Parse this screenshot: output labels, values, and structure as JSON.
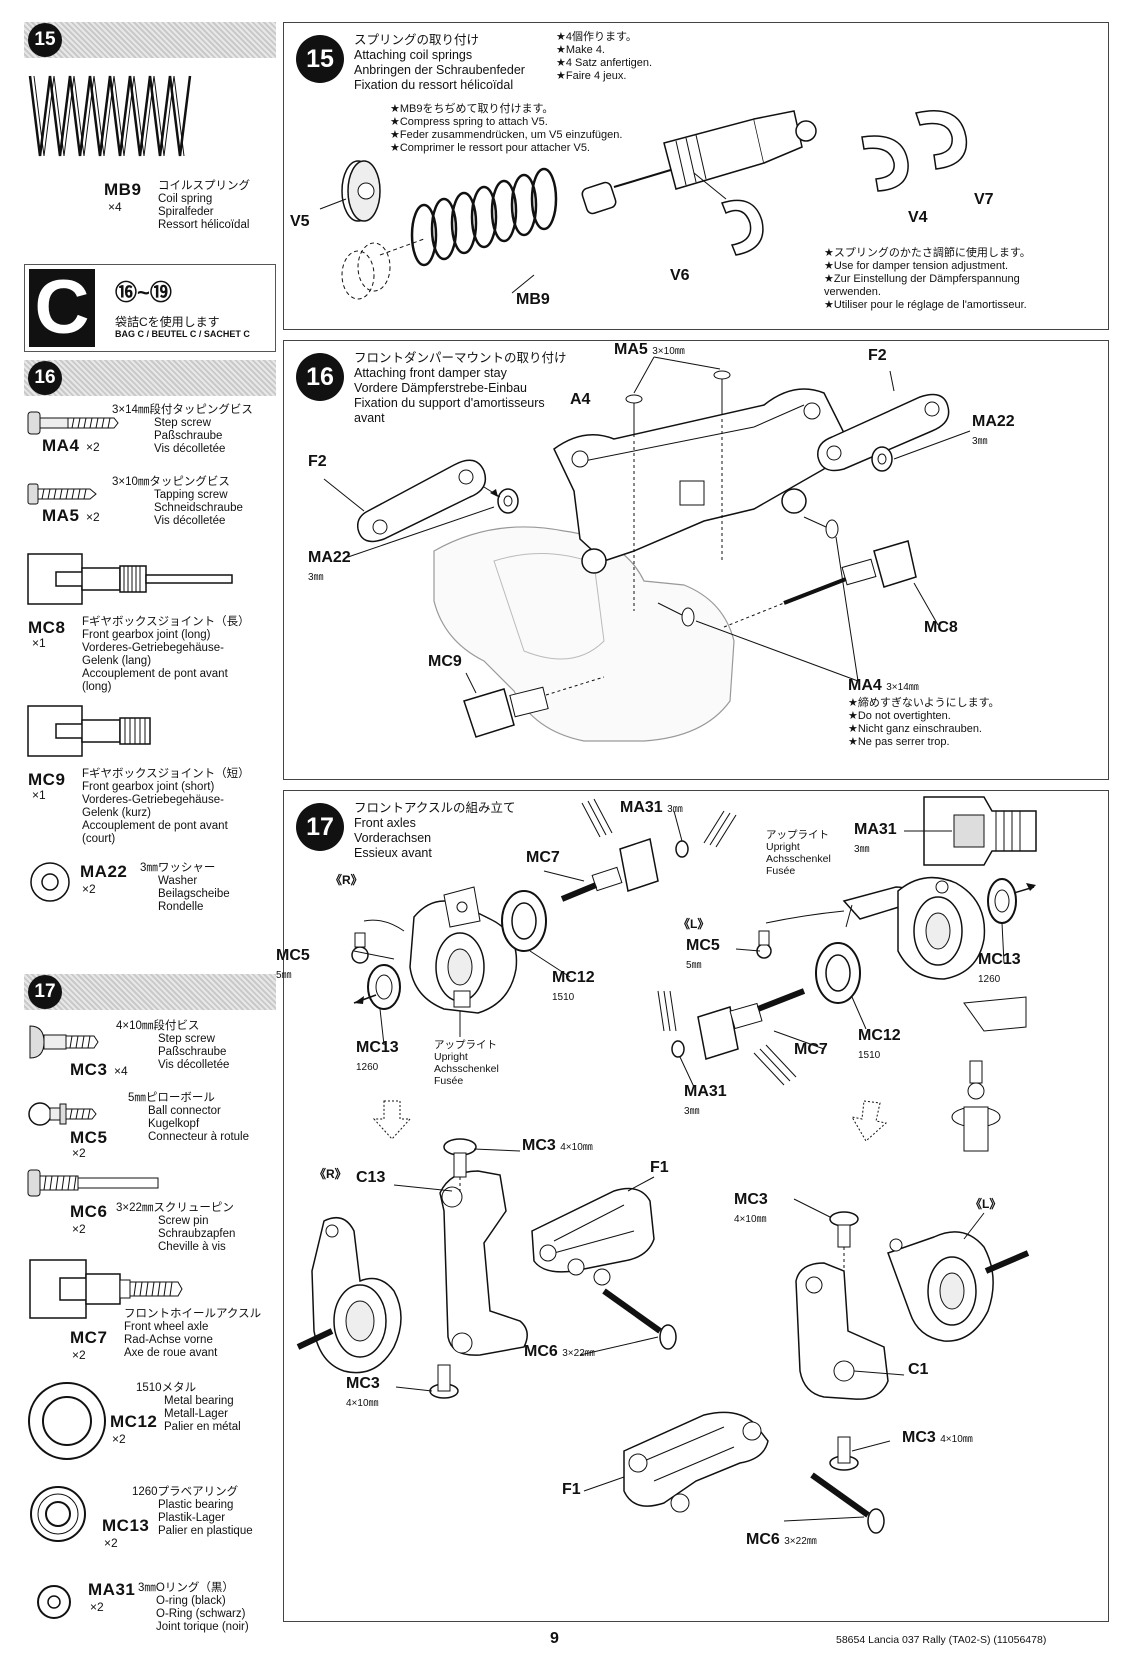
{
  "page_number": "9",
  "footer": "58654 Lancia 037 Rally (TA02-S) (11056478)",
  "sidebar": {
    "step15": {
      "num": "15"
    },
    "mb9": {
      "code": "MB9",
      "qty": "×4",
      "jp": "コイルスプリング",
      "en": "Coil spring",
      "de": "Spiralfeder",
      "fr": "Ressort hélicoïdal"
    },
    "bag": {
      "letter": "C",
      "range": "⑯~⑲",
      "jp": "袋詰Cを使用します",
      "multi": "BAG C / BEUTEL C / SACHET C"
    },
    "step16": {
      "num": "16"
    },
    "ma4": {
      "code": "MA4",
      "qty": "×2",
      "jp": "3×14㎜段付タッピングビス",
      "en": "Step screw",
      "de": "Paßschraube",
      "fr": "Vis décolletée"
    },
    "ma5": {
      "code": "MA5",
      "qty": "×2",
      "jp": "3×10㎜タッピングビス",
      "en": "Tapping screw",
      "de": "Schneidschraube",
      "fr": "Vis décolletée"
    },
    "mc8": {
      "code": "MC8",
      "qty": "×1",
      "jp": "Fギヤボックスジョイント（長）",
      "en": "Front gearbox joint (long)",
      "de1": "Vorderes-Getriebegehäuse-",
      "de2": "Gelenk (lang)",
      "fr1": "Accouplement de pont avant",
      "fr2": "(long)"
    },
    "mc9": {
      "code": "MC9",
      "qty": "×1",
      "jp": "Fギヤボックスジョイント（短）",
      "en": "Front gearbox joint (short)",
      "de1": "Vorderes-Getriebegehäuse-",
      "de2": "Gelenk (kurz)",
      "fr1": "Accouplement de pont avant",
      "fr2": "(court)"
    },
    "ma22": {
      "code": "MA22",
      "qty": "×2",
      "jp": "3㎜ワッシャー",
      "en": "Washer",
      "de": "Beilagscheibe",
      "fr": "Rondelle"
    },
    "step17": {
      "num": "17"
    },
    "mc3": {
      "code": "MC3",
      "qty": "×4",
      "jp": "4×10㎜段付ビス",
      "en": "Step screw",
      "de": "Paßschraube",
      "fr": "Vis décolletée"
    },
    "mc5": {
      "code": "MC5",
      "qty": "×2",
      "jp": "5㎜ピローボール",
      "en": "Ball connector",
      "de": "Kugelkopf",
      "fr": "Connecteur à rotule"
    },
    "mc6": {
      "code": "MC6",
      "qty": "×2",
      "jp": "3×22㎜スクリューピン",
      "en": "Screw pin",
      "de": "Schraubzapfen",
      "fr": "Cheville à vis"
    },
    "mc7": {
      "code": "MC7",
      "qty": "×2",
      "jp": "フロントホイールアクスル",
      "en": "Front wheel axle",
      "de": "Rad-Achse vorne",
      "fr": "Axe de roue avant"
    },
    "mc12": {
      "code": "MC12",
      "qty": "×2",
      "jp": "1510メタル",
      "en": "Metal bearing",
      "de": "Metall-Lager",
      "fr": "Palier en métal"
    },
    "mc13": {
      "code": "MC13",
      "qty": "×2",
      "jp": "1260プラベアリング",
      "en": "Plastic bearing",
      "de": "Plastik-Lager",
      "fr": "Palier en plastique"
    },
    "ma31": {
      "code": "MA31",
      "qty": "×2",
      "jp": "3㎜Oリング（黒）",
      "en": "O-ring (black)",
      "de": "O-Ring (schwarz)",
      "fr": "Joint torique (noir)"
    }
  },
  "panel15": {
    "num": "15",
    "title": [
      "スプリングの取り付け",
      "Attaching coil springs",
      "Anbringen der Schraubenfeder",
      "Fixation du ressort hélicoïdal"
    ],
    "make": [
      "★4個作ります。",
      "★Make 4.",
      "★4 Satz anfertigen.",
      "★Faire 4 jeux."
    ],
    "compress": [
      "★MB9をちぢめて取り付けます。",
      "★Compress spring to attach V5.",
      "★Feder zusammendrücken, um V5 einzufügen.",
      "★Comprimer le ressort pour attacher V5."
    ],
    "tension": [
      "★スプリングのかたさ調節に使用します。",
      "★Use for damper tension adjustment.",
      "★Zur Einstellung der Dämpferspannung",
      "verwenden.",
      "★Utiliser pour le réglage de l'amortisseur."
    ],
    "labels": {
      "v5": "V5",
      "mb9": "MB9",
      "v6": "V6",
      "v4": "V4",
      "v7": "V7"
    }
  },
  "panel16": {
    "num": "16",
    "title": [
      "フロントダンパーマウントの取り付け",
      "Attaching front damper stay",
      "Vordere Dämpferstrebe-Einbau",
      "Fixation du support d'amortisseurs",
      "avant"
    ],
    "labels": {
      "ma5": "MA5",
      "ma5_size": "3×10㎜",
      "a4": "A4",
      "f2a": "F2",
      "f2b": "F2",
      "ma22a": "MA22",
      "ma22a_size": "3㎜",
      "ma22b": "MA22",
      "ma22b_size": "3㎜",
      "mc8": "MC8",
      "mc9": "MC9",
      "ma4": "MA4",
      "ma4_size": "3×14㎜"
    },
    "overtighten": [
      "★締めすぎないようにします。",
      "★Do not overtighten.",
      "★Nicht ganz einschrauben.",
      "★Ne pas serrer trop."
    ]
  },
  "panel17": {
    "num": "17",
    "title": [
      "フロントアクスルの組み立て",
      "Front axles",
      "Vorderachsen",
      "Essieux avant"
    ],
    "labels": {
      "r1": "《R》",
      "l1": "《L》",
      "r2": "《R》",
      "l2": "《L》",
      "ma31a": "MA31",
      "ma31a_size": "3㎜",
      "mc7a": "MC7",
      "mc5a": "MC5",
      "mc5a_size": "5㎜",
      "mc12a": "MC12",
      "mc12a_size": "1510",
      "mc13a": "MC13",
      "mc13a_size": "1260",
      "upright_jp_a": "アップライト",
      "upright_en_a": "Upright",
      "upright_de_a": "Achsschenkel",
      "upright_fr_a": "Fusée",
      "ma31b": "MA31",
      "ma31b_size": "3㎜",
      "upright_jp_b": "アップライト",
      "upright_en_b": "Upright",
      "upright_de_b": "Achsschenkel",
      "upright_fr_b": "Fusée",
      "mc5b": "MC5",
      "mc5b_size": "5㎜",
      "mc13b": "MC13",
      "mc13b_size": "1260",
      "mc12b": "MC12",
      "mc12b_size": "1510",
      "mc7b": "MC7",
      "ma31c": "MA31",
      "ma31c_size": "3㎜",
      "mc3a": "MC3",
      "mc3a_size": "4×10㎜",
      "c13": "C13",
      "f1a": "F1",
      "mc6a": "MC6",
      "mc6a_size": "3×22㎜",
      "mc3b": "MC3",
      "mc3b_size": "4×10㎜",
      "mc3c": "MC3",
      "mc3c_size": "4×10㎜",
      "c1": "C1",
      "mc3d": "MC3",
      "mc3d_size": "4×10㎜",
      "f1b": "F1",
      "mc6b": "MC6",
      "mc6b_size": "3×22㎜"
    }
  }
}
